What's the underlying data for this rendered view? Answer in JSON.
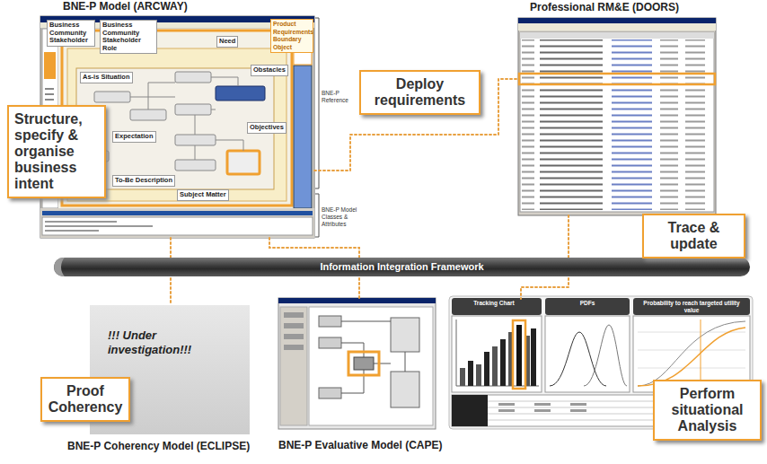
{
  "diagram": {
    "nodes": [
      {
        "text": [
          "BNE-P Model (ARCWAY)"
        ]
      },
      {
        "text": [
          "Business Community Stakeholder"
        ],
        "in": 0
      },
      {
        "text": [
          "Business Community Stakeholder Role"
        ],
        "in": 0
      },
      {
        "text": [
          "Need"
        ],
        "in": 0
      },
      {
        "text": [
          "As-is Situation"
        ],
        "in": 0
      },
      {
        "text": [
          "Obstacles"
        ],
        "in": 0
      },
      {
        "text": [
          "Expectation"
        ],
        "in": 0
      },
      {
        "text": [
          "Objectives"
        ],
        "in": 0
      },
      {
        "text": [
          "To-Be Description"
        ],
        "in": 0
      },
      {
        "text": [
          "Subject Matter"
        ],
        "in": 0
      },
      {
        "text": [
          "Product Requirements Boundary Object"
        ],
        "in": 0
      },
      {
        "text": [
          "Structure, specify & organise business intent"
        ]
      },
      {
        "text": [
          "Professional RM&E (DOORS)"
        ]
      },
      {
        "text": [
          "Deploy requirements"
        ]
      },
      {
        "text": [
          "Information Integration Framework"
        ]
      },
      {
        "text": [
          "Trace & update"
        ]
      },
      {
        "text": [
          "!!! Under investigation!!!",
          "BNE-P Coherency Model (ECLIPSE)"
        ]
      },
      {
        "text": [
          "Proof Coherency"
        ]
      },
      {
        "text": [
          "BNE-P Evaluative Model (CAPE)"
        ]
      },
      {
        "text": [
          "Tracking Chart"
        ]
      },
      {
        "text": [
          "PDFs"
        ]
      },
      {
        "text": [
          "Probability to reach targeted utility value"
        ]
      },
      {
        "text": [
          "Perform situational Analysis"
        ]
      }
    ],
    "edges": [
      {
        "from": 0,
        "to": 12,
        "arrow": "none"
      },
      {
        "from": 0,
        "to": 16,
        "arrow": "none"
      },
      {
        "from": 0,
        "to": 18,
        "arrow": "none"
      },
      {
        "from": 12,
        "to": 19,
        "arrow": "none"
      }
    ],
    "labels": [
      "BNE-P Reference",
      "BNE-P Model Classes & Attributes"
    ]
  }
}
